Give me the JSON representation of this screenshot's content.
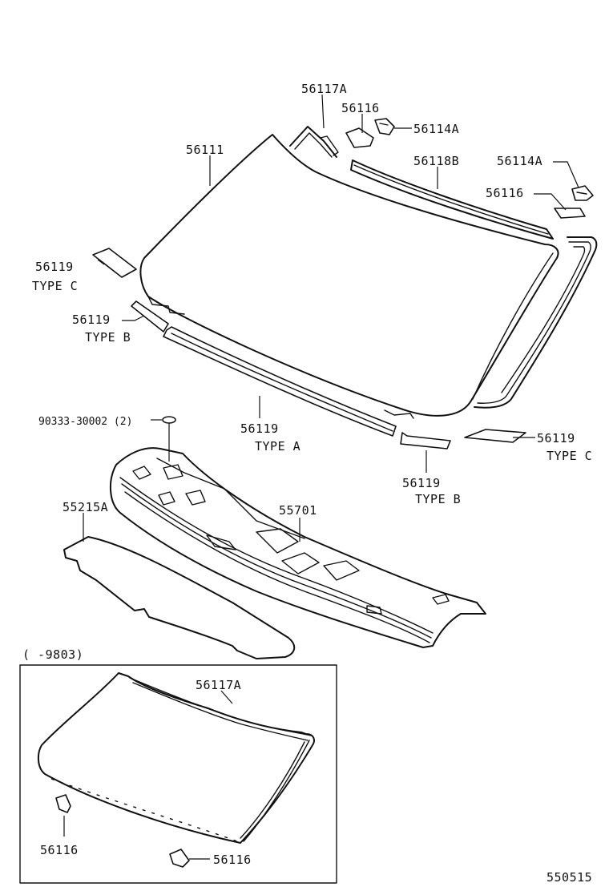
{
  "labels": {
    "p56117a_top": "56117A",
    "p56116_top": "56116",
    "p56114a_top": "56114A",
    "p56111": "56111",
    "p56118b": "56118B",
    "p56114a_right": "56114A",
    "p56116_right": "56116",
    "p56119_c_left": "56119",
    "type_c_left": "TYPE C",
    "p56119_b_left": "56119",
    "type_b_left": "TYPE B",
    "bolt": "90333-30002 (2)",
    "p56119_a": "56119",
    "type_a": "TYPE A",
    "p56119_c_right": "56119",
    "type_c_right": "TYPE C",
    "p56119_b_right": "56119",
    "type_b_right": "TYPE B",
    "p55215a": "55215A",
    "p55701": "55701",
    "inset_range": "(    -9803)",
    "inset_56117a": "56117A",
    "inset_56116_left": "56116",
    "inset_56116_right": "56116",
    "diagram_id": "550515"
  },
  "colors": {
    "line": "#111111",
    "background": "#ffffff"
  }
}
